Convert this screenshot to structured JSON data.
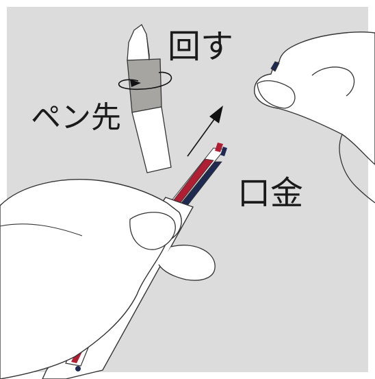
{
  "labels": {
    "rotate": "回す",
    "pen_tip": "ペン先",
    "ferrule": "口金"
  },
  "colors": {
    "background": "#dcdcdc",
    "ink_red": "#b01e34",
    "ink_navy": "#1e2a52",
    "outline": "#333333",
    "tip_band": "#a7a5a2"
  }
}
